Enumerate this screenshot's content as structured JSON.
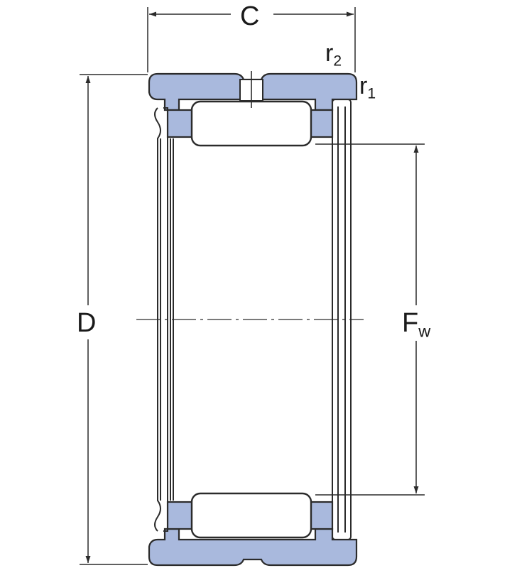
{
  "labels": {
    "C": "C",
    "D": "D",
    "F_main": "F",
    "F_sub": "w",
    "r2_main": "r",
    "r2_sub": "2",
    "r1_main": "r",
    "r1_sub": "1"
  },
  "colors": {
    "section_fill": "#a9b9dd",
    "outline": "#2b2b2b",
    "roller_fill": "#ffffff",
    "background": "#ffffff"
  }
}
